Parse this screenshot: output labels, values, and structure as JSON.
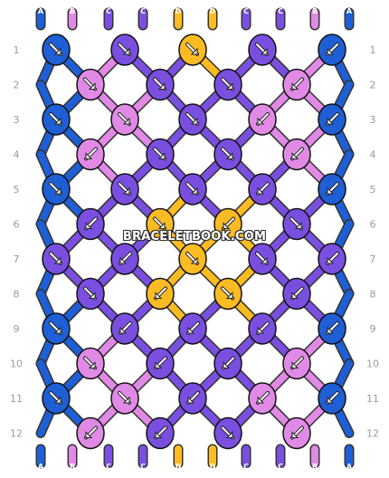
{
  "colors": {
    "A": "#1f5fd6",
    "B": "#e08ae6",
    "C": "#7a4fe0",
    "D": "#fbbb22",
    "line_dark": "#222222",
    "row_number": "#9a9a9a"
  },
  "strings_top": [
    "A",
    "B",
    "C",
    "C",
    "D",
    "D",
    "C",
    "C",
    "B",
    "A"
  ],
  "strings_bottom": [
    "A",
    "B",
    "C",
    "C",
    "D",
    "D",
    "C",
    "C",
    "B",
    "A"
  ],
  "row_numbers": [
    "1",
    "2",
    "3",
    "4",
    "5",
    "6",
    "7",
    "8",
    "9",
    "10",
    "11",
    "12"
  ],
  "watermark": "BRACELETBOOK.COM",
  "knots": [
    {
      "row": 1,
      "pos": 0,
      "color": "A",
      "dir": "se"
    },
    {
      "row": 1,
      "pos": 1,
      "color": "C",
      "dir": "se"
    },
    {
      "row": 1,
      "pos": 2,
      "color": "D",
      "dir": "se"
    },
    {
      "row": 1,
      "pos": 3,
      "color": "C",
      "dir": "se"
    },
    {
      "row": 1,
      "pos": 4,
      "color": "A",
      "dir": "sw"
    },
    {
      "row": 2,
      "pos": 0,
      "color": "B",
      "dir": "se"
    },
    {
      "row": 2,
      "pos": 1,
      "color": "C",
      "dir": "se"
    },
    {
      "row": 2,
      "pos": 2,
      "color": "C",
      "dir": "se"
    },
    {
      "row": 2,
      "pos": 3,
      "color": "B",
      "dir": "sw"
    },
    {
      "row": 3,
      "pos": 0,
      "color": "A",
      "dir": "se"
    },
    {
      "row": 3,
      "pos": 1,
      "color": "B",
      "dir": "se"
    },
    {
      "row": 3,
      "pos": 2,
      "color": "C",
      "dir": "se"
    },
    {
      "row": 3,
      "pos": 3,
      "color": "B",
      "dir": "sw"
    },
    {
      "row": 3,
      "pos": 4,
      "color": "A",
      "dir": "sw"
    },
    {
      "row": 4,
      "pos": 0,
      "color": "B",
      "dir": "sw"
    },
    {
      "row": 4,
      "pos": 1,
      "color": "C",
      "dir": "se"
    },
    {
      "row": 4,
      "pos": 2,
      "color": "C",
      "dir": "se"
    },
    {
      "row": 4,
      "pos": 3,
      "color": "B",
      "dir": "sw"
    },
    {
      "row": 5,
      "pos": 0,
      "color": "A",
      "dir": "se"
    },
    {
      "row": 5,
      "pos": 1,
      "color": "C",
      "dir": "se"
    },
    {
      "row": 5,
      "pos": 2,
      "color": "C",
      "dir": "se"
    },
    {
      "row": 5,
      "pos": 3,
      "color": "C",
      "dir": "sw"
    },
    {
      "row": 5,
      "pos": 4,
      "color": "A",
      "dir": "sw"
    },
    {
      "row": 6,
      "pos": 0,
      "color": "C",
      "dir": "sw"
    },
    {
      "row": 6,
      "pos": 1,
      "color": "D",
      "dir": "se"
    },
    {
      "row": 6,
      "pos": 2,
      "color": "D",
      "dir": "sw"
    },
    {
      "row": 6,
      "pos": 3,
      "color": "C",
      "dir": "se"
    },
    {
      "row": 7,
      "pos": 0,
      "color": "C",
      "dir": "se"
    },
    {
      "row": 7,
      "pos": 1,
      "color": "C",
      "dir": "sw"
    },
    {
      "row": 7,
      "pos": 2,
      "color": "D",
      "dir": "se"
    },
    {
      "row": 7,
      "pos": 3,
      "color": "C",
      "dir": "se"
    },
    {
      "row": 7,
      "pos": 4,
      "color": "C",
      "dir": "sw"
    },
    {
      "row": 8,
      "pos": 0,
      "color": "C",
      "dir": "se"
    },
    {
      "row": 8,
      "pos": 1,
      "color": "D",
      "dir": "sw"
    },
    {
      "row": 8,
      "pos": 2,
      "color": "D",
      "dir": "se"
    },
    {
      "row": 8,
      "pos": 3,
      "color": "C",
      "dir": "sw"
    },
    {
      "row": 9,
      "pos": 0,
      "color": "A",
      "dir": "se"
    },
    {
      "row": 9,
      "pos": 1,
      "color": "C",
      "dir": "sw"
    },
    {
      "row": 9,
      "pos": 2,
      "color": "C",
      "dir": "sw"
    },
    {
      "row": 9,
      "pos": 3,
      "color": "C",
      "dir": "sw"
    },
    {
      "row": 9,
      "pos": 4,
      "color": "A",
      "dir": "sw"
    },
    {
      "row": 10,
      "pos": 0,
      "color": "B",
      "dir": "se"
    },
    {
      "row": 10,
      "pos": 1,
      "color": "C",
      "dir": "sw"
    },
    {
      "row": 10,
      "pos": 2,
      "color": "C",
      "dir": "sw"
    },
    {
      "row": 10,
      "pos": 3,
      "color": "B",
      "dir": "sw"
    },
    {
      "row": 11,
      "pos": 0,
      "color": "A",
      "dir": "se"
    },
    {
      "row": 11,
      "pos": 1,
      "color": "B",
      "dir": "se"
    },
    {
      "row": 11,
      "pos": 2,
      "color": "C",
      "dir": "sw"
    },
    {
      "row": 11,
      "pos": 3,
      "color": "B",
      "dir": "sw"
    },
    {
      "row": 11,
      "pos": 4,
      "color": "A",
      "dir": "sw"
    },
    {
      "row": 12,
      "pos": 0,
      "color": "B",
      "dir": "sw"
    },
    {
      "row": 12,
      "pos": 1,
      "color": "C",
      "dir": "sw"
    },
    {
      "row": 12,
      "pos": 2,
      "color": "C",
      "dir": "se"
    },
    {
      "row": 12,
      "pos": 3,
      "color": "B",
      "dir": "sw"
    }
  ]
}
